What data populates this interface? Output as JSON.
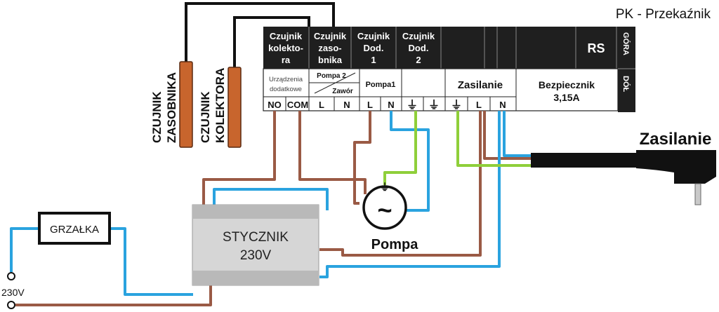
{
  "title": "PK - Przekaźnik",
  "header_cells": [
    {
      "lines": [
        "Czujnik",
        "kolekto-",
        "ra"
      ]
    },
    {
      "lines": [
        "Czujnik",
        "zaso-",
        "bnika"
      ]
    },
    {
      "lines": [
        "Czujnik",
        "Dod.",
        "1"
      ]
    },
    {
      "lines": [
        "Czujnik",
        "Dod.",
        "2"
      ]
    },
    {
      "lines": [
        "RS"
      ]
    }
  ],
  "side_labels": {
    "top": "GÓRA",
    "bottom": "DÓŁ"
  },
  "sections": {
    "urzadzenia_line1": "Urządzenia",
    "urzadzenia_line2": "dodatkowe",
    "pompa2": "Pompa 2",
    "zawor": "Zawór",
    "pompa1": "Pompa1",
    "zasilanie": "Zasilanie",
    "bezpiecznik_line1": "Bezpiecznik",
    "bezpiecznik_line2": "3,15A"
  },
  "terminals": [
    "NO",
    "COM",
    "L",
    "N",
    "L",
    "N",
    "⏚",
    "⏚",
    "⏚",
    "L",
    "N"
  ],
  "sensors": {
    "zasobnika": [
      "CZUJNIK",
      "ZASOBNIKA"
    ],
    "kolektora": [
      "CZUJNIK",
      "KOLEKTORA"
    ]
  },
  "components": {
    "grzalka": "GRZAŁKA",
    "stycznik_line1": "STYCZNIK",
    "stycznik_line2": "230V",
    "pompa": "Pompa",
    "pompa_symbol": "~",
    "zasilanie_plug": "Zasilanie",
    "input_voltage": "230V"
  },
  "colors": {
    "live": "#9a5a45",
    "neutral": "#2aa3df",
    "earth": "#8fcf3a",
    "probe": "#c8652d",
    "panel": "#1f1f1f"
  }
}
